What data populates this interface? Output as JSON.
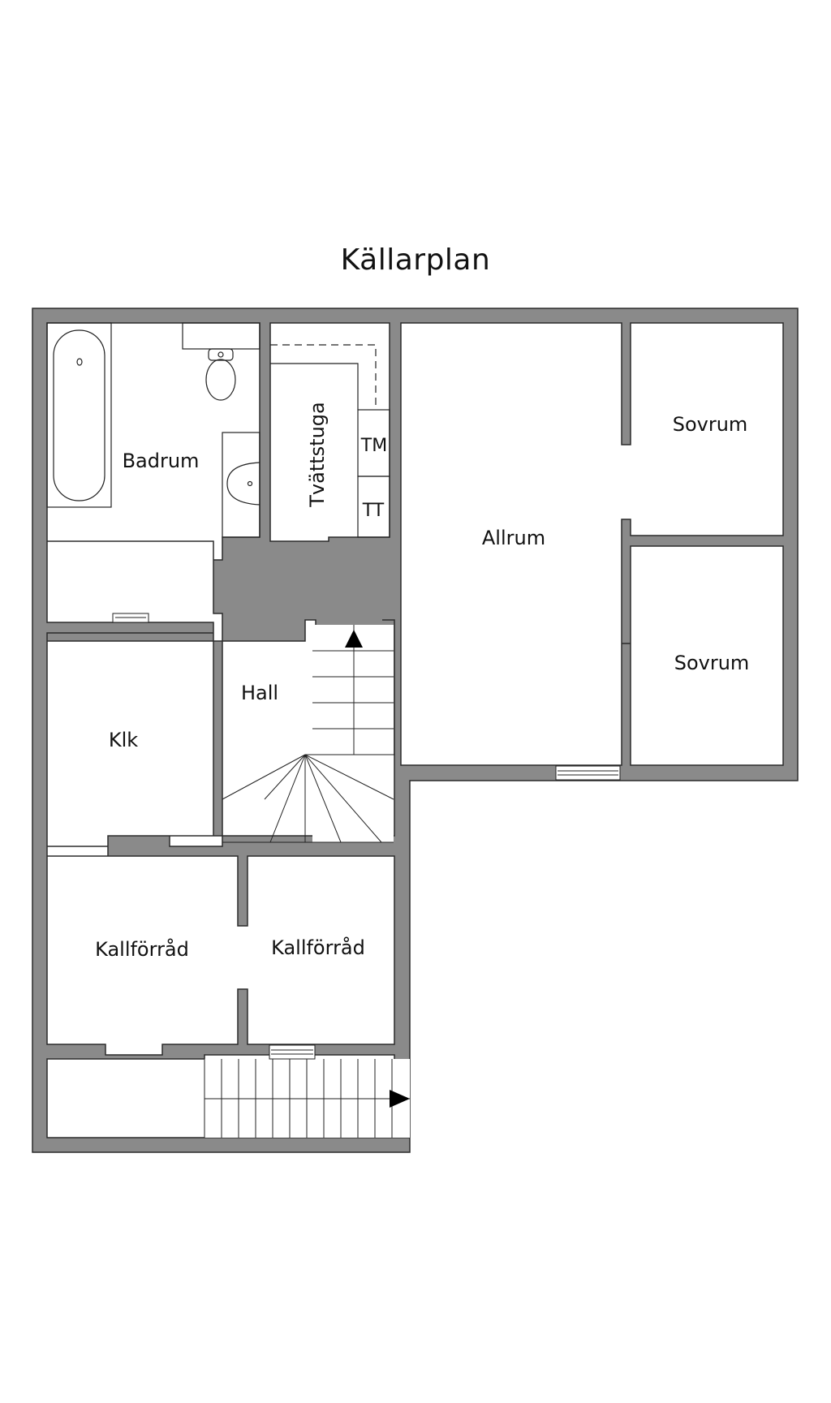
{
  "title": "Källarplan",
  "rooms": {
    "badrum": "Badrum",
    "tvattstuga": "Tvättstuga",
    "allrum": "Allrum",
    "sovrum_1": "Sovrum",
    "sovrum_2": "Sovrum",
    "hall": "Hall",
    "klk": "Klk",
    "kallforrad_1": "Kallförråd",
    "kallforrad_2": "Kallförråd"
  },
  "fixtures": {
    "tm": "TM",
    "tt": "TT"
  },
  "colors": {
    "wall_fill": "#8a8a8a",
    "wall_stroke": "#2b2b2b",
    "line": "#222222",
    "background": "#ffffff"
  }
}
